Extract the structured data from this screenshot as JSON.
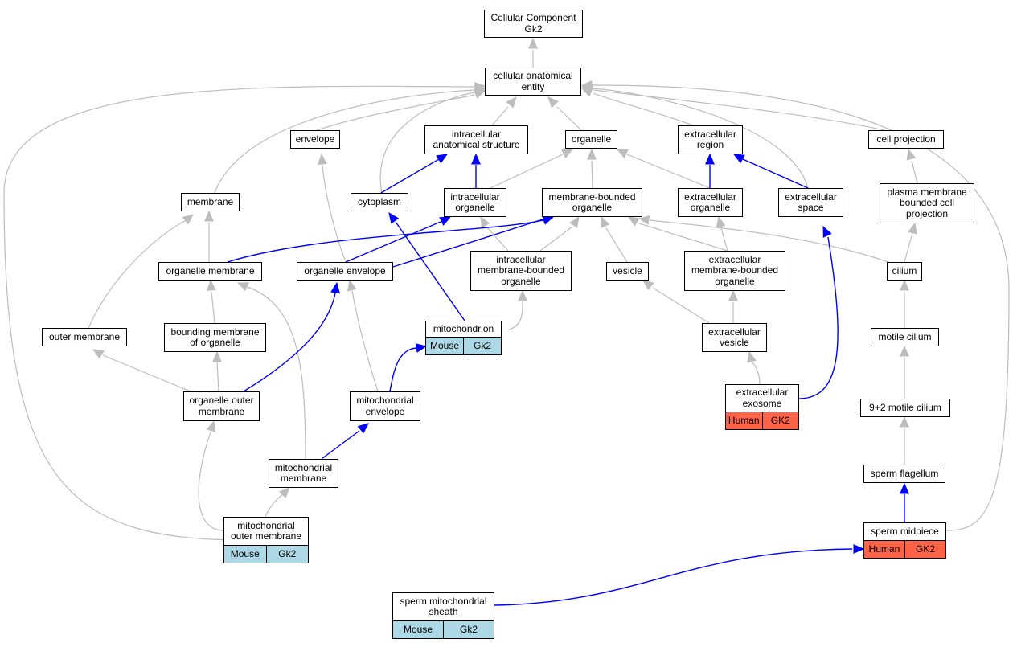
{
  "colors": {
    "is_a_edge": "#bdbdbd",
    "part_of_edge": "#0000ff",
    "mouse": "#add8e6",
    "human": "#ff6347"
  },
  "nodes": {
    "cellular_component": "Cellular Component\nGk2",
    "cellular_anatomical_entity": "cellular anatomical\nentity",
    "envelope": "envelope",
    "intracellular_anatomical_structure": "intracellular\nanatomical structure",
    "organelle": "organelle",
    "extracellular_region": "extracellular\nregion",
    "cell_projection": "cell projection",
    "membrane": "membrane",
    "cytoplasm": "cytoplasm",
    "intracellular_organelle": "intracellular\norganelle",
    "membrane_bounded_organelle": "membrane-bounded\norganelle",
    "extracellular_organelle": "extracellular\norganelle",
    "extracellular_space": "extracellular\nspace",
    "plasma_membrane_bounded_cell_projection": "plasma membrane\nbounded cell\nprojection",
    "organelle_membrane": "organelle membrane",
    "organelle_envelope": "organelle envelope",
    "intracellular_membrane_bounded_organelle": "intracellular\nmembrane-bounded\norganelle",
    "vesicle": "vesicle",
    "extracellular_membrane_bounded_organelle": "extracellular\nmembrane-bounded\norganelle",
    "cilium": "cilium",
    "outer_membrane": "outer membrane",
    "bounding_membrane_of_organelle": "bounding membrane\nof organelle",
    "mitochondrion": {
      "title": "mitochondrion",
      "species": "Mouse",
      "gene": "Gk2"
    },
    "extracellular_vesicle": "extracellular\nvesicle",
    "motile_cilium": "motile cilium",
    "organelle_outer_membrane": "organelle outer\nmembrane",
    "mitochondrial_envelope": "mitochondrial\nenvelope",
    "extracellular_exosome": {
      "title": "extracellular\nexosome",
      "species": "Human",
      "gene": "GK2"
    },
    "nine_plus_two_motile_cilium": "9+2 motile cilium",
    "mitochondrial_membrane": "mitochondrial\nmembrane",
    "sperm_flagellum": "sperm flagellum",
    "mitochondrial_outer_membrane": {
      "title": "mitochondrial\nouter membrane",
      "species": "Mouse",
      "gene": "Gk2"
    },
    "sperm_midpiece": {
      "title": "sperm midpiece",
      "species": "Human",
      "gene": "GK2"
    },
    "sperm_mitochondrial_sheath": {
      "title": "sperm mitochondrial\nsheath",
      "species": "Mouse",
      "gene": "Gk2"
    }
  }
}
